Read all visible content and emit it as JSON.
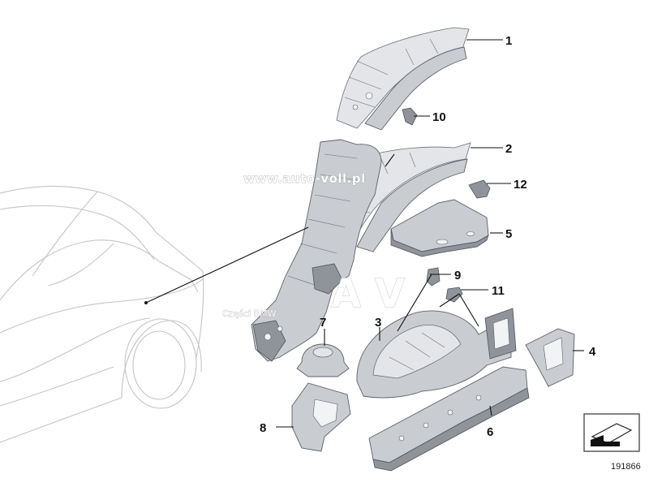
{
  "callouts": [
    {
      "label": "1"
    },
    {
      "label": "2"
    },
    {
      "label": "3"
    },
    {
      "label": "4"
    },
    {
      "label": "5"
    },
    {
      "label": "6"
    },
    {
      "label": "7"
    },
    {
      "label": "8"
    },
    {
      "label": "9"
    },
    {
      "label": "10"
    },
    {
      "label": "11"
    },
    {
      "label": "12"
    }
  ],
  "watermark": {
    "url": "www.auto-voll.pl",
    "caption": "Części BMW",
    "letters": "A V"
  },
  "diagram_number": "191866",
  "colors": {
    "part_fill": "#c9ccd1",
    "part_stroke": "#5d6168",
    "car_outline": "#c4c4c4",
    "leader": "#111111"
  }
}
